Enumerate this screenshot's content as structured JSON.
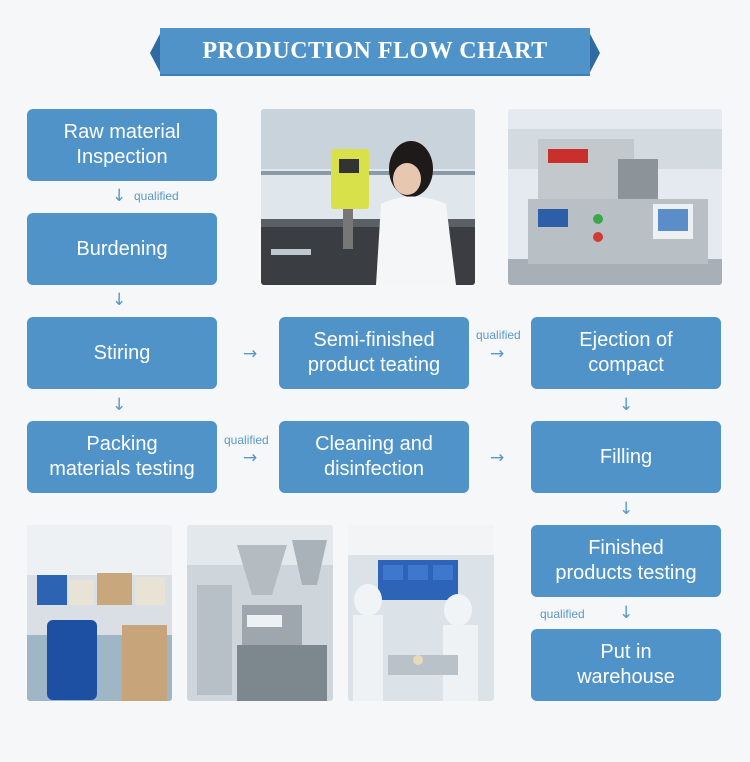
{
  "title": "PRODUCTION FLOW CHART",
  "steps": {
    "raw_material": "Raw material\nInspection",
    "burdening": "Burdening",
    "stiring": "Stiring",
    "semi_finished": "Semi-finished\nproduct teating",
    "ejection": "Ejection of\ncompact",
    "packing": "Packing\nmaterials testing",
    "cleaning": "Cleaning and\ndisinfection",
    "filling": "Filling",
    "finished": "Finished\nproducts testing",
    "warehouse": "Put in\nwarehouse"
  },
  "labels": {
    "qualified": "qualified"
  },
  "colors": {
    "step_blue": "#4f93c8",
    "arrow_blue": "#5a98cc",
    "background": "#f6f7f9"
  }
}
